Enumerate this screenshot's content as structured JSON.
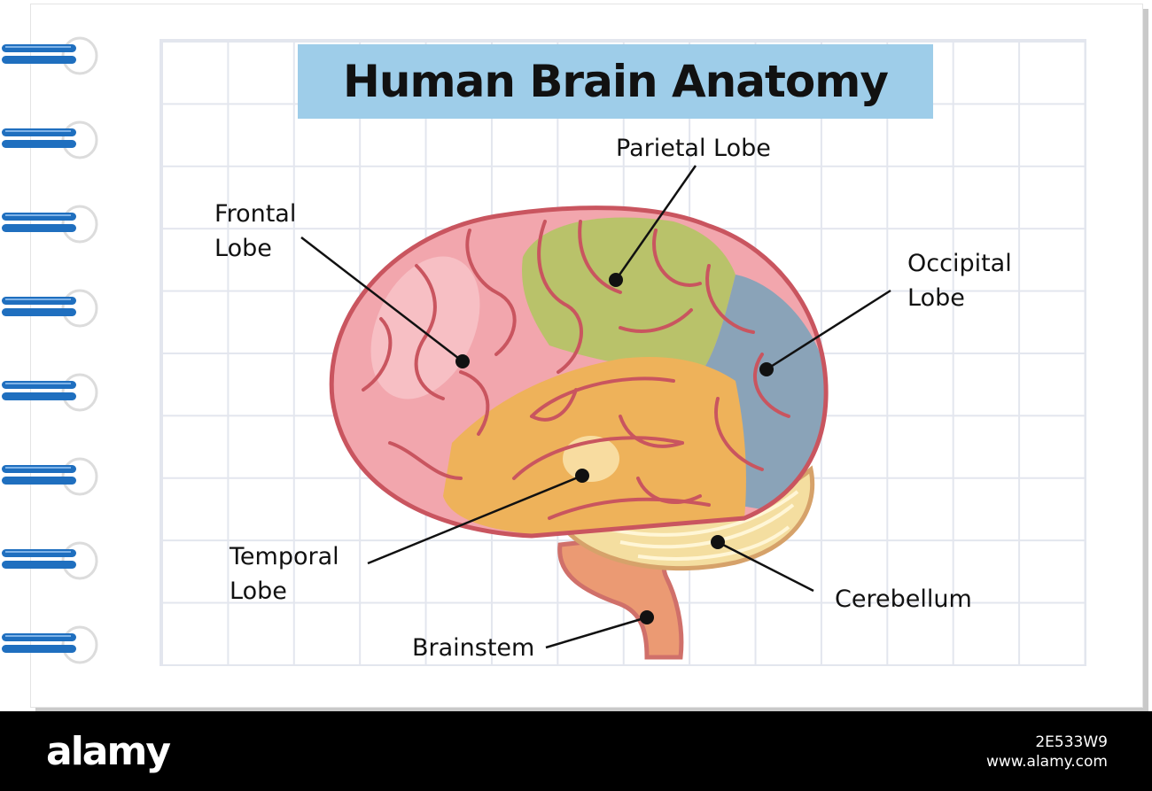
{
  "title": "Human Brain Anatomy",
  "labels": {
    "frontal": [
      "Frontal",
      "Lobe"
    ],
    "parietal": "Parietal Lobe",
    "occipital": [
      "Occipital",
      "Lobe"
    ],
    "temporal": [
      "Temporal",
      "Lobe"
    ],
    "cerebellum": "Cerebellum",
    "brainstem": "Brainstem"
  },
  "footer": {
    "brand": "alamy",
    "image_id": "2E533W9",
    "site": "www.alamy.com"
  },
  "colors": {
    "title_bg": "#9ecde9",
    "frontal": "#f2a6ad",
    "parietal": "#b9c26a",
    "occipital": "#8aa3b8",
    "temporal": "#eeb25a",
    "cerebellum": "#f4dea0",
    "brainstem": "#eb9a73",
    "outline": "#c9555f",
    "spiral": "#1f6fbf"
  }
}
